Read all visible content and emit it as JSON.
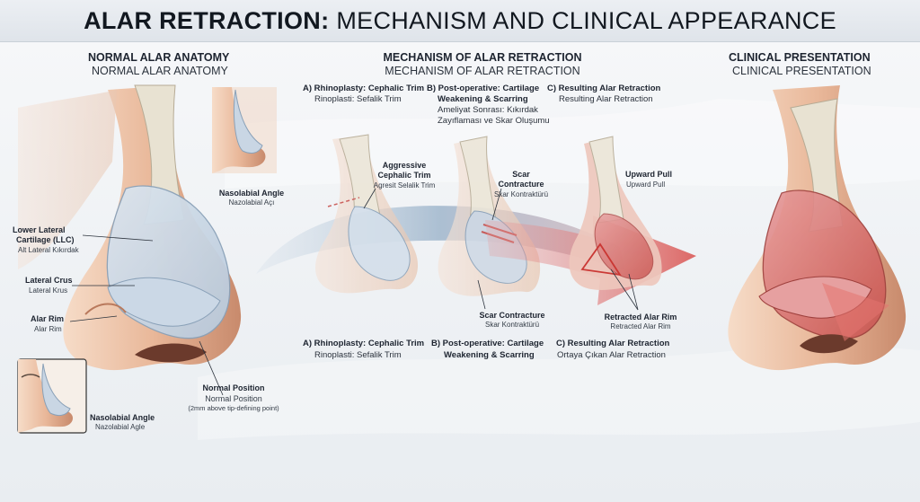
{
  "header": {
    "title_bold": "ALAR RETRACTION:",
    "title_rest": "MECHANISM AND CLINICAL APPEARANCE"
  },
  "left": {
    "heading": "NORMAL ALAR ANATOMY",
    "subheading": "NORMAL ALAR ANATOMY",
    "nasolabial_angle_top": {
      "label": "Nasolabial Angle",
      "sub": "Nazolabial Açı"
    },
    "llc": {
      "label_line1": "Lower Lateral",
      "label_line2": "Cartilage (LLC)",
      "sub": "Alt Lateral Kıkırdak"
    },
    "lateral_crus": {
      "label": "Lateral Crus",
      "sub": "Lateral Krus"
    },
    "alar_rim": {
      "label": "Alar Rim",
      "sub": "Alar Rim"
    },
    "normal_position": {
      "label": "Normal Position",
      "sub": "Normal Position",
      "note": "(2mm above tip-defining point)"
    },
    "nasolabial_angle_bottom": {
      "label": "Nasolabial Angle",
      "sub": "Nazolabial Agle"
    }
  },
  "middle": {
    "heading": "MECHANISM OF ALAR RETRACTION",
    "subheading": "MECHANISM OF ALAR RETRACTION",
    "top_steps": {
      "a": {
        "label": "A) Rhinoplasty: Cephalic Trim",
        "sub": "Rinoplasti: Sefalik Trim"
      },
      "b": {
        "label_line1": "B) Post-operative: Cartilage",
        "label_line2": "Weakening & Scarring",
        "sub_line1": "Ameliyat Sonrası: Kıkırdak",
        "sub_line2": "Zayıflaması ve Skar Oluşumu"
      },
      "c": {
        "label": "C) Resulting Alar Retraction",
        "sub": "Resulting Alar Retraction"
      }
    },
    "aggressive_trim": {
      "label_line1": "Aggressive",
      "label_line2": "Cephalic Trim",
      "sub": "Agresit Selalik Trim"
    },
    "scar_top": {
      "label_line1": "Scar",
      "label_line2": "Contracture",
      "sub": "Skar Kontraktürü"
    },
    "upward_pull": {
      "label": "Upward Pull",
      "sub": "Upward Pull"
    },
    "scar_bottom": {
      "label": "Scar Contracture",
      "sub": "Skar Kontraktürü"
    },
    "retracted_rim": {
      "label": "Retracted Alar Rim",
      "sub": "Retracted Alar Rim"
    },
    "bottom_steps": {
      "a": {
        "label": "A) Rhinoplasty: Cephalic Trim",
        "sub": "Rinoplasti: Sefalik Trim"
      },
      "b": {
        "label_line1": "B) Post-operative: Cartilage",
        "label_line2": "Weakening & Scarring"
      },
      "c": {
        "label": "C) Resulting Alar Retraction",
        "sub": "Ortaya Çıkan Alar Retraction"
      }
    }
  },
  "right": {
    "heading": "CLINICAL PRESENTATION",
    "subheading": "CLINICAL PRESENTATION"
  },
  "colors": {
    "skin": "#e9b89a",
    "skin_dark": "#b9795c",
    "cartilage": "#c9d6e4",
    "retraction_red": "#d9504d",
    "arrow_blue": "#9fb6cc"
  }
}
